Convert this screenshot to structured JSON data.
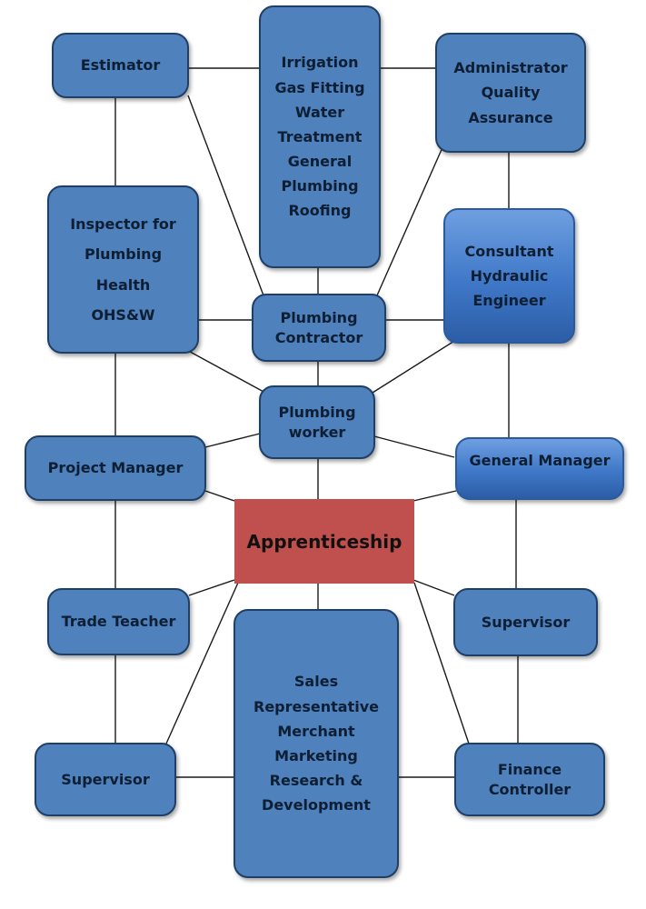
{
  "colors": {
    "box_fill": "#4f81bd",
    "box_border": "#1f3f66",
    "gradient_box": "#3f78c8",
    "center_fill": "#c0504d",
    "connector": "#1a1a1a"
  },
  "nodes": {
    "estimator": {
      "lines": [
        "Estimator"
      ]
    },
    "trades": {
      "lines": [
        "Irrigation",
        "Gas Fitting",
        "Water",
        "Treatment",
        "General",
        "Plumbing",
        "Roofing"
      ]
    },
    "administrator": {
      "lines": [
        "Administrator",
        "Quality",
        "Assurance"
      ]
    },
    "inspector": {
      "lines": [
        "Inspector for",
        "Plumbing",
        "Health",
        "OHS&W"
      ]
    },
    "consultant": {
      "lines": [
        "Consultant",
        "Hydraulic",
        "Engineer"
      ]
    },
    "plumbing_contractor": {
      "lines": [
        "Plumbing",
        "Contractor"
      ]
    },
    "plumbing_worker": {
      "lines": [
        "Plumbing",
        "worker"
      ]
    },
    "project_manager": {
      "lines": [
        "Project Manager"
      ]
    },
    "general_manager": {
      "lines": [
        "General Manager"
      ]
    },
    "apprenticeship": {
      "lines": [
        "Apprenticeship"
      ]
    },
    "trade_teacher": {
      "lines": [
        "Trade Teacher"
      ]
    },
    "supervisor_right": {
      "lines": [
        "Supervisor"
      ]
    },
    "sales": {
      "lines": [
        "Sales",
        "Representative",
        "Merchant",
        "Marketing",
        "Research &",
        "Development"
      ]
    },
    "supervisor_left": {
      "lines": [
        "Supervisor"
      ]
    },
    "finance_controller": {
      "lines": [
        "Finance",
        "Controller"
      ]
    }
  }
}
